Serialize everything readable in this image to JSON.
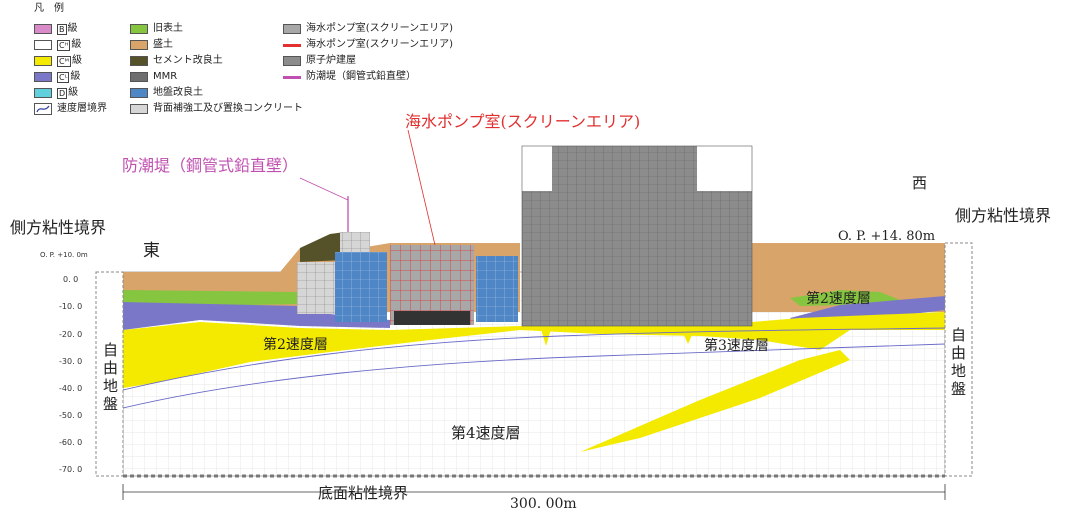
{
  "legend": {
    "title": "凡　例",
    "col1": [
      {
        "box": "B",
        "text": "級",
        "color": "#d98ac8"
      },
      {
        "box": "Cᴴ",
        "text": "級",
        "color": "#ffffff"
      },
      {
        "box": "Cᴹ",
        "text": "級",
        "color": "#f3ea00"
      },
      {
        "box": "Cᴸ",
        "text": "級",
        "color": "#7b77c8"
      },
      {
        "box": "D",
        "text": "級",
        "color": "#5fd0dc"
      }
    ],
    "velocity_boundary": "速度層境界",
    "col2": [
      {
        "text": "旧表土",
        "color": "#86c540"
      },
      {
        "text": "盛土",
        "color": "#d9a46a"
      },
      {
        "text": "セメント改良土",
        "color": "#55522a"
      },
      {
        "text": "MMR",
        "color": "#6e6e6e"
      },
      {
        "text": "地盤改良土",
        "color": "#4f86c6"
      },
      {
        "text": "背面補強工及び置換コンクリート",
        "color": "#d6d6d6"
      }
    ],
    "col3": [
      {
        "text": "海水ポンプ室(スクリーンエリア)",
        "kind": "box",
        "color": "#a8a8a8"
      },
      {
        "text": "海水ポンプ室(スクリーンエリア)",
        "kind": "line",
        "color": "#e03030"
      },
      {
        "text": "原子炉建屋",
        "kind": "box",
        "color": "#8c8c8c"
      },
      {
        "text": "防潮堤（鋼管式鉛直壁）",
        "kind": "line",
        "color": "#c050b0"
      }
    ]
  },
  "labels": {
    "pump_room": "海水ポンプ室(スクリーンエリア)",
    "seawall": "防潮堤（鋼管式鉛直壁）",
    "east": "東",
    "west": "西",
    "side_left": "側方粘性境界",
    "side_right": "側方粘性境界",
    "elevation_right": "O. P. +14. 80m",
    "elevation_left": "O. P. +10. 0m",
    "free_left": [
      "自",
      "由",
      "地",
      "盤"
    ],
    "free_right": [
      "自",
      "由",
      "地",
      "盤"
    ],
    "layer2_left": "第2速度層",
    "layer2_right": "第2速度層",
    "layer3": "第3速度層",
    "layer4": "第4速度層",
    "bottom_boundary": "底面粘性境界",
    "width": "300. 00m",
    "ticks": [
      "0. 0",
      "-10. 0",
      "-20. 0",
      "-30. 0",
      "-40. 0",
      "-50. 0",
      "-60. 0",
      "-70. 0"
    ]
  },
  "colors": {
    "fill_soil": "#d9a46a",
    "old_topsoil": "#86c540",
    "cm_class": "#f3ea00",
    "cl_class": "#7b77c8",
    "ground_improve": "#4f86c6",
    "reactor": "#8c8c8c",
    "pump": "#a8a8a8",
    "red": "#e03030",
    "pink": "#c050b0"
  }
}
